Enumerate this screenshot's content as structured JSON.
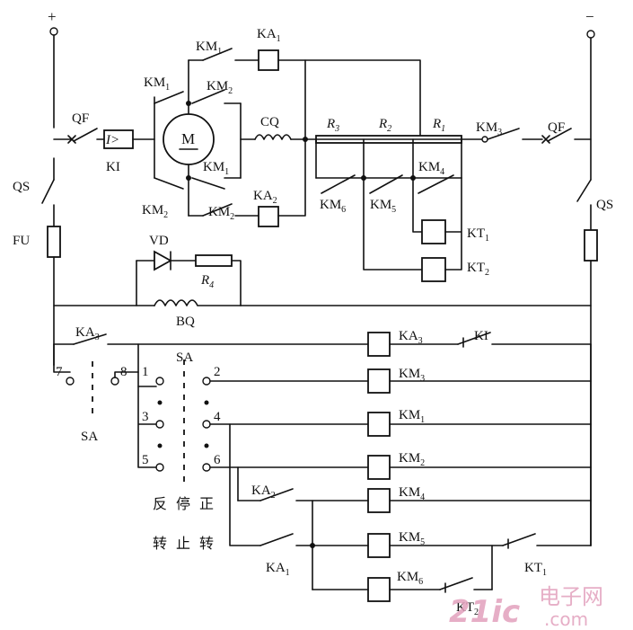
{
  "labels": {
    "plus": "+",
    "minus": "−",
    "QF_left": "QF",
    "QF_right": "QF",
    "KI_block": "KI",
    "KI_symbol": "I>",
    "QS_left": "QS",
    "QS_right": "QS",
    "FU": "FU",
    "motor": "M",
    "KM1_top": "KM",
    "KM1_top_sub": "1",
    "KA1_top": "KA",
    "KA1_top_sub": "1",
    "KM1_left": "KM",
    "KM1_left_sub": "1",
    "KM2_right": "KM",
    "KM2_right_sub": "2",
    "CQ": "CQ",
    "KM1_lower": "KM",
    "KM1_lower_sub": "1",
    "KM2_left_low": "KM",
    "KM2_left_low_sub": "2",
    "KM2_lower": "KM",
    "KM2_lower_sub": "2",
    "KA2_top": "KA",
    "KA2_top_sub": "2",
    "R3": "R",
    "R3_sub": "3",
    "R2": "R",
    "R2_sub": "2",
    "R1": "R",
    "R1_sub": "1",
    "KM3_top": "KM",
    "KM3_top_sub": "3",
    "KM6_mid": "KM",
    "KM6_mid_sub": "6",
    "KM5_mid": "KM",
    "KM5_mid_sub": "5",
    "KM4_mid": "KM",
    "KM4_mid_sub": "4",
    "KT1_coil": "KT",
    "KT1_coil_sub": "1",
    "KT2_coil": "KT",
    "KT2_coil_sub": "2",
    "VD": "VD",
    "R4": "R",
    "R4_sub": "4",
    "BQ": "BQ",
    "KA3_contact": "KA",
    "KA3_contact_sub": "3",
    "SA_left": "SA",
    "SA_mid": "SA",
    "t7": "7",
    "t8": "8",
    "t1": "1",
    "t2": "2",
    "t3": "3",
    "t4": "4",
    "t5": "5",
    "t6": "6",
    "reverse": "反",
    "stop": "停",
    "forward": "正",
    "turn1": "转",
    "stop2": "止",
    "turn2": "转",
    "KA3_coil": "KA",
    "KA3_coil_sub": "3",
    "KI_contact": "KI",
    "KM3_coil": "KM",
    "KM3_coil_sub": "3",
    "KM1_coil": "KM",
    "KM1_coil_sub": "1",
    "KM2_coil": "KM",
    "KM2_coil_sub": "2",
    "KM4_coil": "KM",
    "KM4_coil_sub": "4",
    "KM5_coil": "KM",
    "KM5_coil_sub": "5",
    "KM6_coil": "KM",
    "KM6_coil_sub": "6",
    "KA2_contact": "KA",
    "KA2_contact_sub": "2",
    "KA1_contact": "KA",
    "KA1_contact_sub": "1",
    "KT1_contact": "KT",
    "KT1_contact_sub": "1",
    "KT2_contact": "KT",
    "KT2_contact_sub": "2",
    "wm_logo": "21ic",
    "wm_cn": "电子网",
    "wm_url": ".com"
  }
}
